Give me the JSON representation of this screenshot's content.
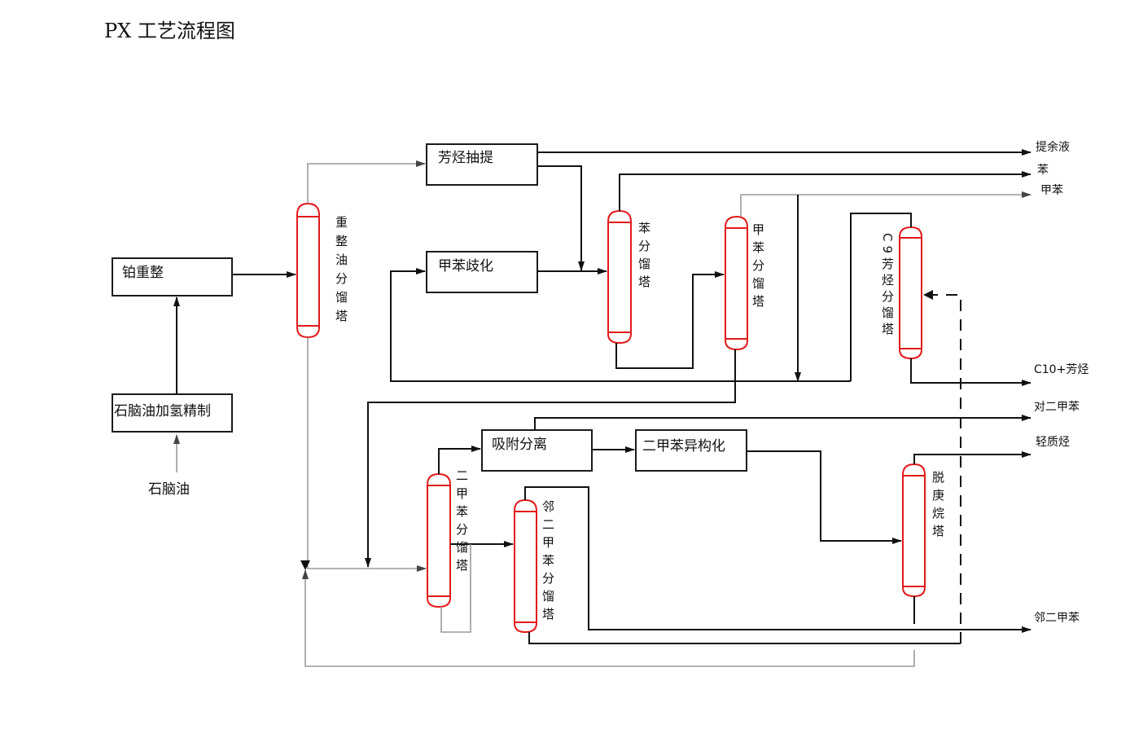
{
  "title": "PX 工艺流程图",
  "boxes": {
    "pt_reforming": "铂重整",
    "naphtha_hydro": "石脑油加氢精制",
    "aromatics_extraction": "芳烃抽提",
    "toluene_disproportionation": "甲苯歧化",
    "adsorption_separation": "吸附分离",
    "xylene_isomerization": "二甲苯异构化"
  },
  "columns": {
    "reformate_fractionator": "重整油分馏塔",
    "benzene_column": "苯分馏塔",
    "toluene_column": "甲苯分馏塔",
    "c9_column": "C9芳烃分馏塔",
    "xylene_column": "二甲苯分馏塔",
    "ox_column": "邻二甲苯分馏塔",
    "deheptanizer": "脱庚烷塔"
  },
  "feed": "石脑油",
  "outputs": {
    "raffinate": "提余液",
    "benzene": "苯",
    "toluene": "甲苯",
    "c10_aromatics": "C10+芳烃",
    "paraxylene": "对二甲苯",
    "light_hydrocarbons": "轻质烃",
    "orthoxylene": "邻二甲苯"
  },
  "colors": {
    "column_outline": "#e21a1a",
    "line": "#111111",
    "grey_line": "#9a9a9a"
  }
}
